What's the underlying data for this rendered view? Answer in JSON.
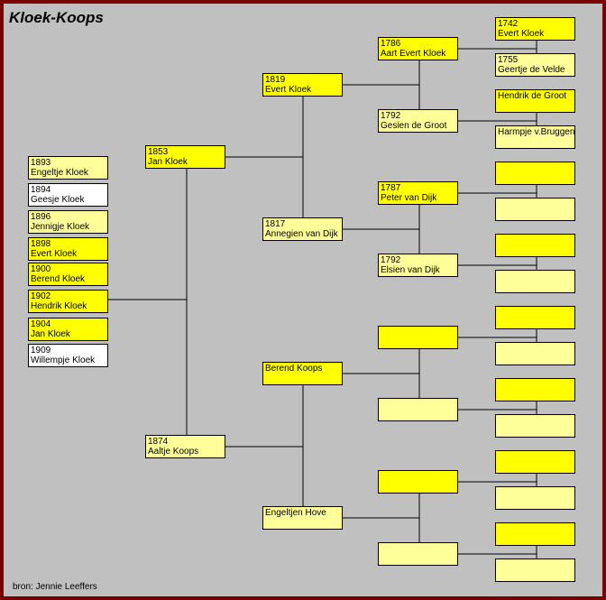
{
  "title": "Kloek-Koops",
  "source": "bron: Jennie Leeffers",
  "colors": {
    "frame": "#7a0000",
    "background": "#c0c0c0",
    "yellow": "#ffff00",
    "light_yellow": "#ffff99",
    "white": "#ffffff"
  },
  "children": [
    {
      "year": "1893",
      "name": "Engeltje Kloek"
    },
    {
      "year": "1894",
      "name": "Geesje Kloek"
    },
    {
      "year": "1896",
      "name": "Jennigje Kloek"
    },
    {
      "year": "1898",
      "name": "Evert Kloek"
    },
    {
      "year": "1900",
      "name": "Berend Kloek"
    },
    {
      "year": "1902",
      "name": "Hendrik Kloek"
    },
    {
      "year": "1904",
      "name": "Jan Kloek"
    },
    {
      "year": "1909",
      "name": "Willempje Kloek"
    }
  ],
  "parents": {
    "father": {
      "year": "1853",
      "name": "Jan Kloek"
    },
    "mother": {
      "year": "1874",
      "name": "Aaltje Koops"
    }
  },
  "grandparents": {
    "father_father": {
      "year": "1819",
      "name": "Evert Kloek"
    },
    "father_mother": {
      "year": "1817",
      "name": "Annegien van Dijk"
    },
    "mother_father": {
      "year": "",
      "name": "Berend Koops"
    },
    "mother_mother": {
      "year": "",
      "name": "Engeltjen Hove"
    }
  },
  "great_grandparents": {
    "ff_father": {
      "year": "1786",
      "name": "Aart Evert Kloek"
    },
    "ff_mother": {
      "year": "1792",
      "name": "Gesien de Groot"
    },
    "fm_father": {
      "year": "1787",
      "name": "Peter van Dijk"
    },
    "fm_mother": {
      "year": "1792",
      "name": "Elsien van Dijk"
    }
  },
  "gg_grandparents": {
    "aart_father": {
      "year": "1742",
      "name": "Evert Kloek"
    },
    "aart_mother": {
      "year": "1755",
      "name": "Geertje de Velde"
    },
    "gesien_father": {
      "year": "",
      "name": "Hendrik de Groot"
    },
    "gesien_mother": {
      "year": "",
      "name": "Harmpje v.Bruggen"
    }
  }
}
